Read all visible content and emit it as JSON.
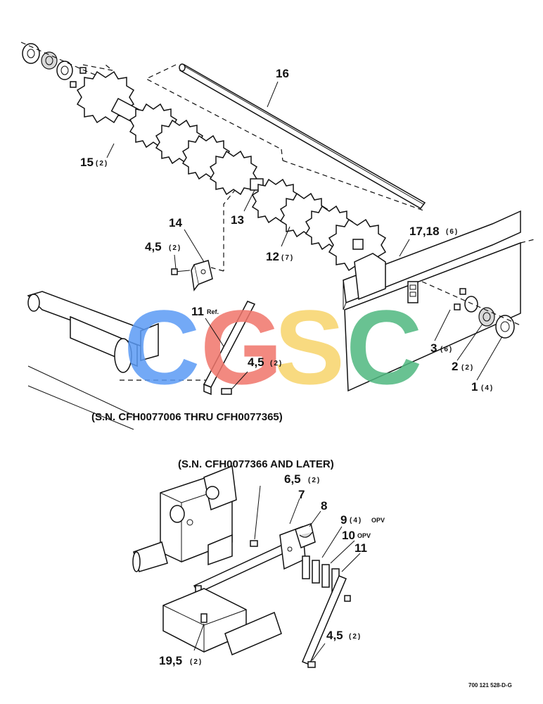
{
  "captions": {
    "upper_serial": "(S.N. CFH0077006 THRU CFH0077365)",
    "lower_serial": "(S.N. CFH0077366 AND LATER)",
    "drawing_code": "700 121 528-D-G"
  },
  "watermark": {
    "letters": [
      "C",
      "G",
      "S",
      "C"
    ],
    "colors": [
      "#5b9bf5",
      "#f0756b",
      "#f7d46b",
      "#4fb880"
    ]
  },
  "callouts": [
    {
      "id": "c16",
      "num": "16",
      "qty": "",
      "note": ""
    },
    {
      "id": "c15",
      "num": "15",
      "qty": "(2)",
      "note": ""
    },
    {
      "id": "c14",
      "num": "14",
      "qty": "",
      "note": ""
    },
    {
      "id": "c13",
      "num": "13",
      "qty": "",
      "note": ""
    },
    {
      "id": "c12",
      "num": "12",
      "qty": "(7)",
      "note": ""
    },
    {
      "id": "c1718",
      "num": "17,18",
      "qty": "(6)",
      "note": ""
    },
    {
      "id": "c45a",
      "num": "4,5",
      "qty": "(2)",
      "note": ""
    },
    {
      "id": "c11ref",
      "num": "11",
      "qty": "",
      "note": "Ref."
    },
    {
      "id": "c45b",
      "num": "4,5",
      "qty": "(2)",
      "note": ""
    },
    {
      "id": "c3",
      "num": "3",
      "qty": "(6)",
      "note": ""
    },
    {
      "id": "c2",
      "num": "2",
      "qty": "(2)",
      "note": ""
    },
    {
      "id": "c1",
      "num": "1",
      "qty": "(4)",
      "note": ""
    },
    {
      "id": "c65",
      "num": "6,5",
      "qty": "(2)",
      "note": ""
    },
    {
      "id": "c7",
      "num": "7",
      "qty": "",
      "note": ""
    },
    {
      "id": "c8",
      "num": "8",
      "qty": "",
      "note": ""
    },
    {
      "id": "c9",
      "num": "9",
      "qty": "(4)",
      "note": "OPV"
    },
    {
      "id": "c10",
      "num": "10",
      "qty": "",
      "note": "OPV"
    },
    {
      "id": "c11",
      "num": "11",
      "qty": "",
      "note": ""
    },
    {
      "id": "c45c",
      "num": "4,5",
      "qty": "(2)",
      "note": ""
    },
    {
      "id": "c195",
      "num": "19,5",
      "qty": "(2)",
      "note": ""
    }
  ]
}
